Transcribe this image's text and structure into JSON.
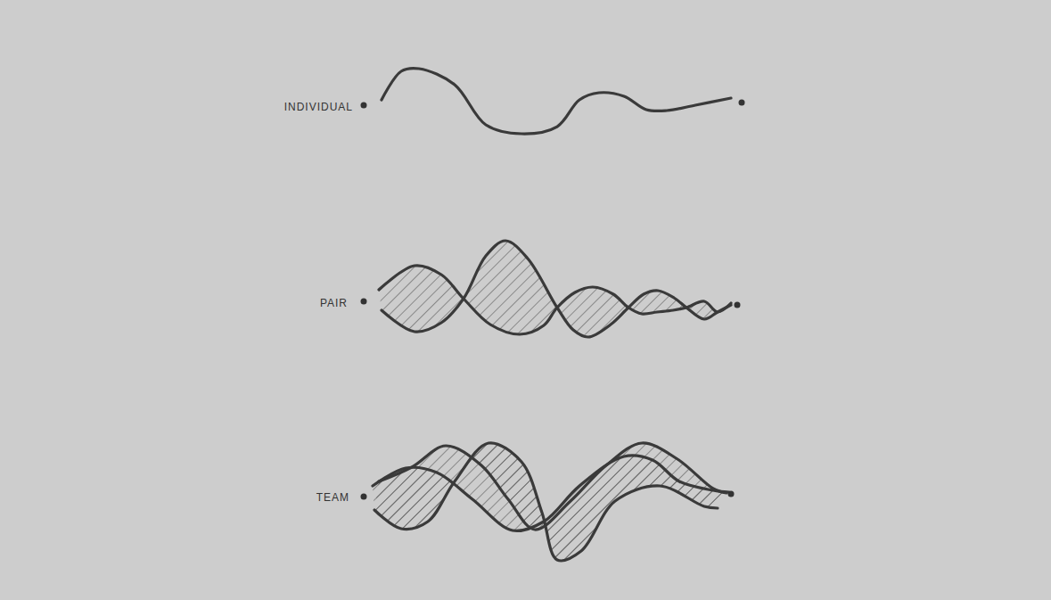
{
  "diagram": {
    "labels": [
      "INDIVIDUAL",
      "PAIR",
      "TEAM"
    ]
  }
}
